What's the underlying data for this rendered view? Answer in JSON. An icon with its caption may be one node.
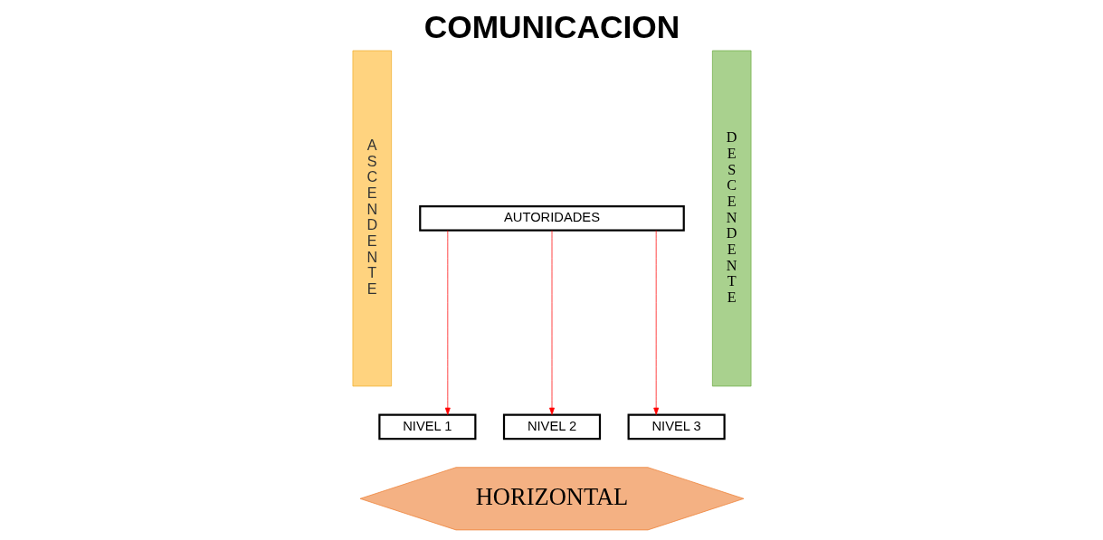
{
  "diagram": {
    "title": "COMUNICACION",
    "nodes": [
      {
        "text": [
          "A S C E N D E N T E"
        ]
      },
      {
        "text": [
          "D E S C E N D E N T E"
        ]
      },
      {
        "text": [
          "AUTORIDADES"
        ]
      },
      {
        "text": [
          "NIVEL 1"
        ]
      },
      {
        "text": [
          "NIVEL 2"
        ]
      },
      {
        "text": [
          "NIVEL 3"
        ]
      },
      {
        "text": [
          "HORIZONTAL"
        ]
      }
    ],
    "edges": [
      {
        "from": 2,
        "to": 3,
        "arrow": "to"
      },
      {
        "from": 2,
        "to": 4,
        "arrow": "to"
      },
      {
        "from": 2,
        "to": 5,
        "arrow": "to"
      }
    ]
  }
}
